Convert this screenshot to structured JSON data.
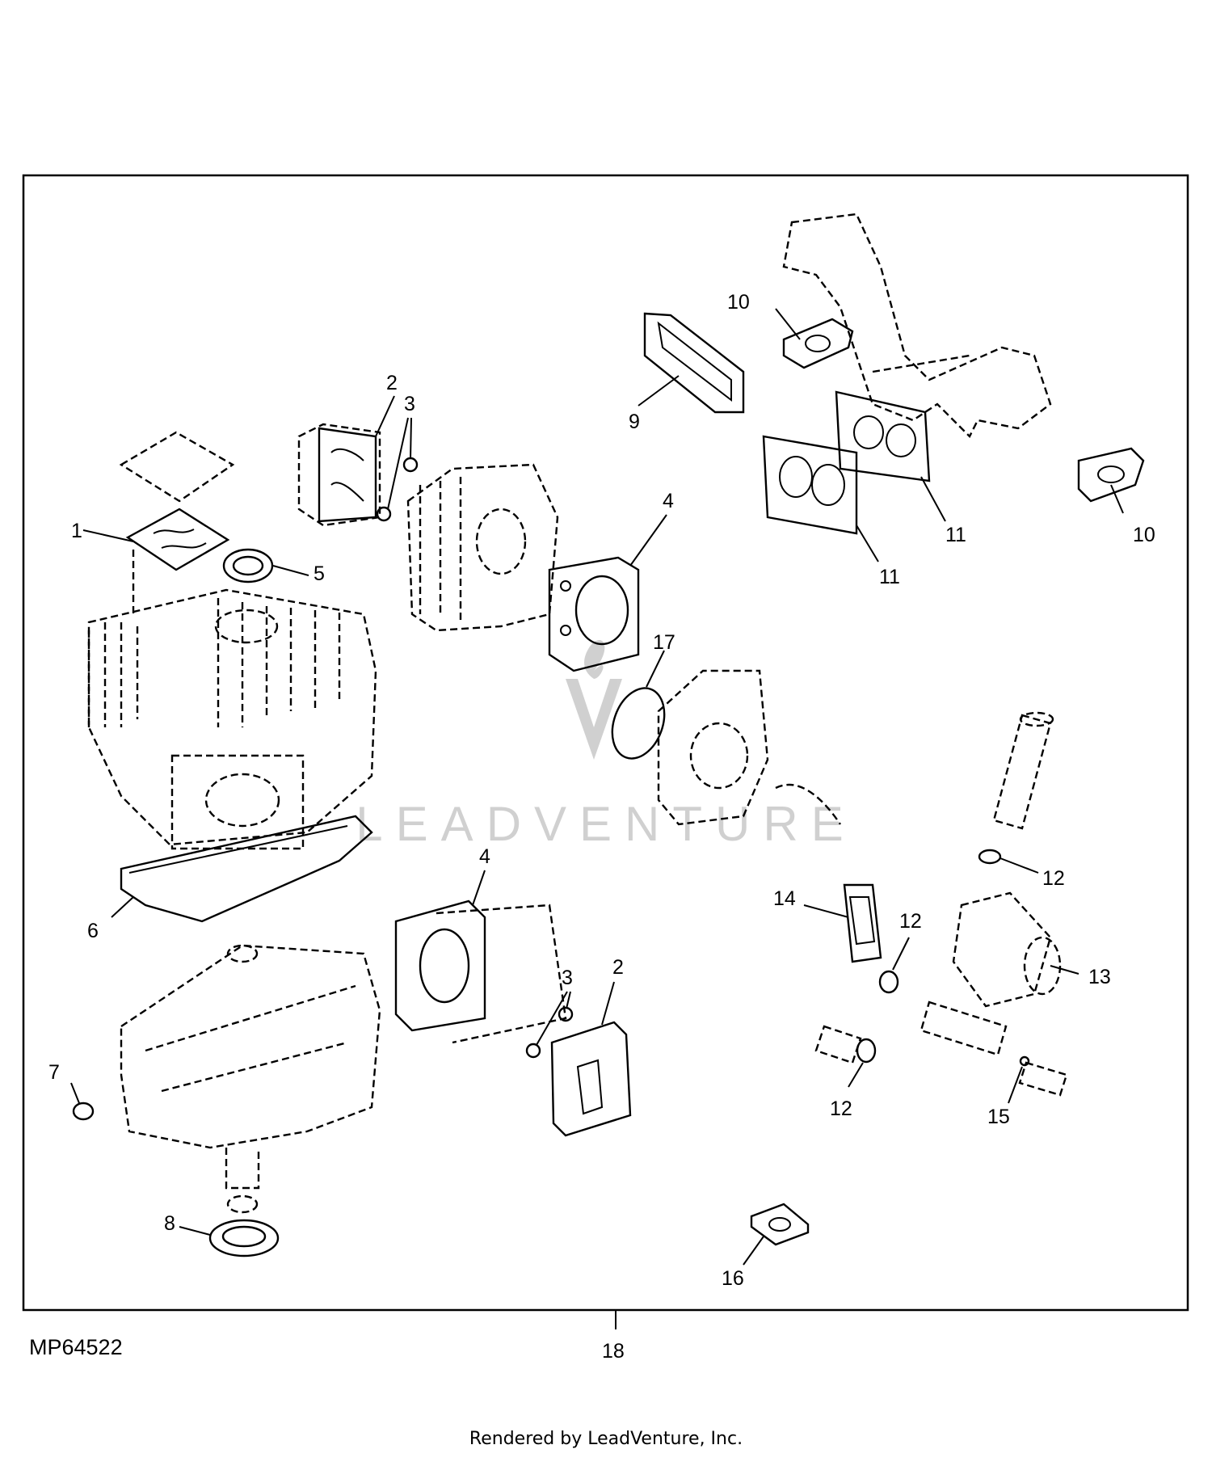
{
  "figure": {
    "id": "MP64522",
    "credit": "Rendered by LeadVenture, Inc.",
    "watermark": "LEADVENTURE"
  },
  "callouts": [
    {
      "num": "1"
    },
    {
      "num": "2"
    },
    {
      "num": "3"
    },
    {
      "num": "2"
    },
    {
      "num": "3"
    },
    {
      "num": "4"
    },
    {
      "num": "4"
    },
    {
      "num": "5"
    },
    {
      "num": "6"
    },
    {
      "num": "7"
    },
    {
      "num": "8"
    },
    {
      "num": "9"
    },
    {
      "num": "10"
    },
    {
      "num": "10"
    },
    {
      "num": "11"
    },
    {
      "num": "11"
    },
    {
      "num": "12"
    },
    {
      "num": "12"
    },
    {
      "num": "12"
    },
    {
      "num": "13"
    },
    {
      "num": "14"
    },
    {
      "num": "15"
    },
    {
      "num": "16"
    },
    {
      "num": "17"
    },
    {
      "num": "18"
    }
  ]
}
